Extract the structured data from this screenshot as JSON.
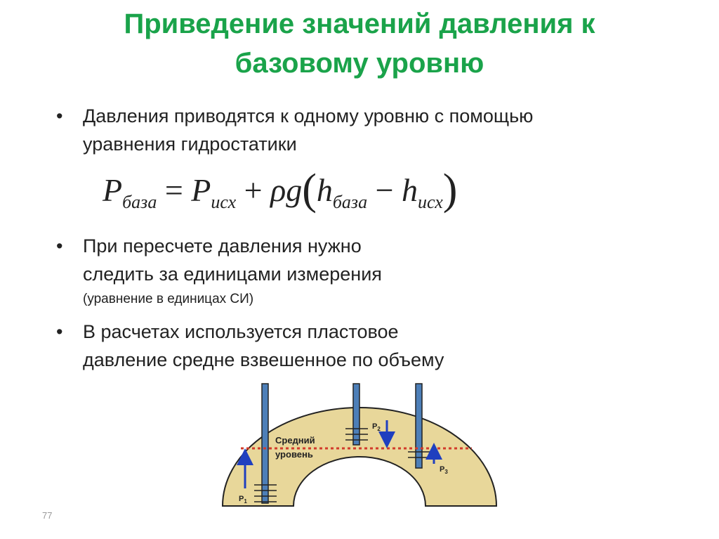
{
  "title_line1": "Приведение значений давления к",
  "title_line2": "базовому уровню",
  "bullets": [
    {
      "line1": "Давления приводятся к одному уровню с помощью",
      "line2": "уравнения гидростатики"
    },
    {
      "line1": "При пересчете давления нужно",
      "line2": "следить за единицами измерения",
      "note": "(уравнение в единицах СИ)"
    },
    {
      "line1": "В расчетах используется пластовое",
      "line2": "давление средне взвешенное по объему"
    }
  ],
  "bullet_symbol": "•",
  "formula": {
    "p": "P",
    "sub_base": "база",
    "eq": " = ",
    "sub_src": "исх",
    "plus": " + ",
    "rho_g": "ρg",
    "open": "(",
    "h": "h",
    "minus": " − ",
    "close": ")"
  },
  "diagram": {
    "level_label_line1": "Средний",
    "level_label_line2": "уровень",
    "p1": "P",
    "p1_sub": "1",
    "p2": "P",
    "p2_sub": "2",
    "p3": "P",
    "p3_sub": "3",
    "colors": {
      "reservoir": "#e8d79a",
      "well": "#4d7fb8",
      "arrow": "#1f3fbf",
      "level_line": "#d23b2b"
    }
  },
  "slide_number": "77"
}
